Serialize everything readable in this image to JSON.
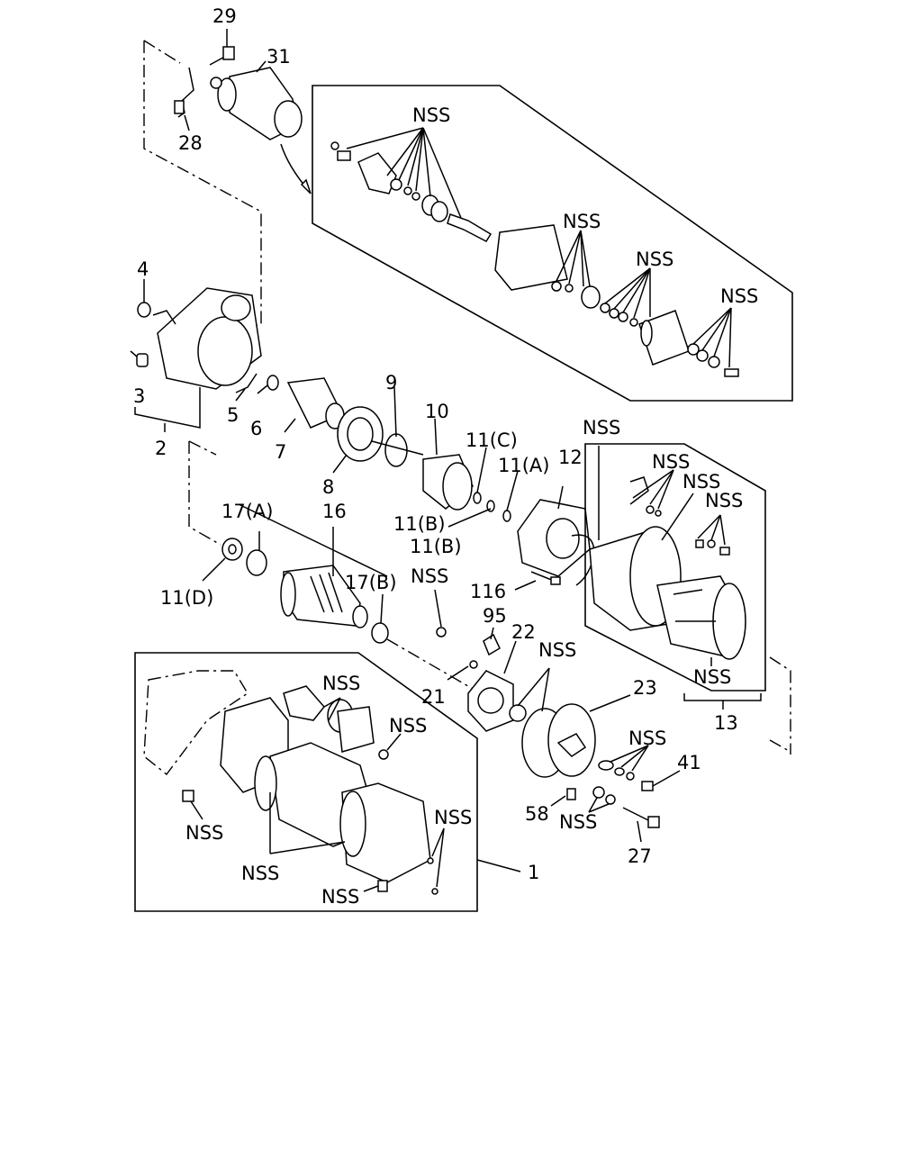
{
  "labels": {
    "l29": "29",
    "l31": "31",
    "l28": "28",
    "l4": "4",
    "l3": "3",
    "l2": "2",
    "l5": "5",
    "l6": "6",
    "l7": "7",
    "l8": "8",
    "l9": "9",
    "l10": "10",
    "l11c": "11(C)",
    "l11a": "11(A)",
    "l11b1": "11(B)",
    "l11b2": "11(B)",
    "l12": "12",
    "l13": "13",
    "l16": "16",
    "l17a": "17(A)",
    "l17b": "17(B)",
    "l11d": "11(D)",
    "l116": "116",
    "l95": "95",
    "l22": "22",
    "l21": "21",
    "l23": "23",
    "l41": "41",
    "l58": "58",
    "l27": "27",
    "l1": "1"
  },
  "nss": {
    "text": "NSS"
  }
}
